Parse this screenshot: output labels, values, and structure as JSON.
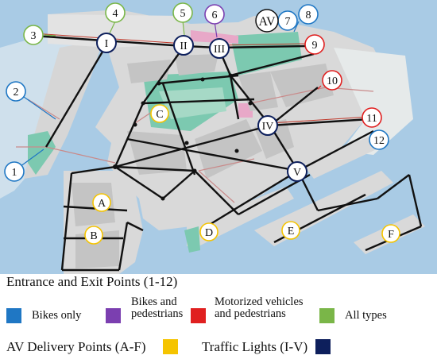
{
  "colors": {
    "bikes_only": "#1f77c4",
    "bikes_pedestrians": "#7b3fb0",
    "motorized": "#e02020",
    "all_types": "#7ab648",
    "av_delivery": "#f5c400",
    "traffic_light": "#0d1f5c",
    "water": "#a9cbe5",
    "land": "#d9d9d9",
    "green": "#7cc9b0"
  },
  "entrances": [
    {
      "label": "1",
      "type": "bikes_only"
    },
    {
      "label": "2",
      "type": "bikes_only"
    },
    {
      "label": "3",
      "type": "all_types"
    },
    {
      "label": "4",
      "type": "all_types"
    },
    {
      "label": "5",
      "type": "all_types"
    },
    {
      "label": "6",
      "type": "bikes_pedestrians"
    },
    {
      "label": "7",
      "type": "bikes_only"
    },
    {
      "label": "8",
      "type": "bikes_only"
    },
    {
      "label": "9",
      "type": "motorized"
    },
    {
      "label": "10",
      "type": "motorized"
    },
    {
      "label": "11",
      "type": "motorized"
    },
    {
      "label": "12",
      "type": "bikes_only"
    }
  ],
  "traffic_lights": [
    "I",
    "II",
    "III",
    "IV",
    "V"
  ],
  "av_label": "AV",
  "delivery_points": [
    "A",
    "B",
    "C",
    "D",
    "E",
    "F"
  ],
  "legend": {
    "entrance_title": "Entrance and Exit Points (1-12)",
    "bikes_only": "Bikes only",
    "bikes_pedestrians": "Bikes and\npedestrians",
    "motorized": "Motorized vehicles\nand pedestrians",
    "all_types": "All types",
    "av_delivery": "AV Delivery Points (A-F)",
    "traffic_lights": "Traffic Lights (I-V)"
  }
}
